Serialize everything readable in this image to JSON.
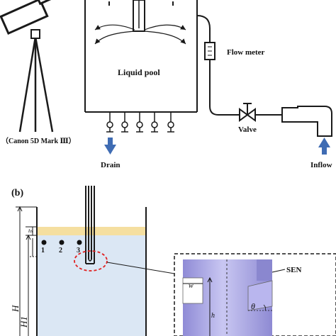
{
  "panel_a": {
    "camera_label": "（Canon 5D Mark Ⅲ）",
    "pool_label": "Liquid pool",
    "flow_meter_label": "Flow meter",
    "valve_label": "Valve",
    "drain_label": "Drain",
    "inflow_label": "Inflow"
  },
  "panel_b": {
    "panel_label": "(b)",
    "h_s": "hs",
    "position_1": "1",
    "position_2": "2",
    "position_3": "3",
    "H_label": "H",
    "H1_label": "H1",
    "sen_label": "SEN",
    "w_label": "w",
    "theta_label": "θ",
    "h_label": "h"
  },
  "colors": {
    "line": "#1a1a1a",
    "arrow_blue": "#3f6cb3",
    "liquid": "#dbe7f4",
    "slag": "#f5dfa0",
    "sen_purple": "#a9a6e3",
    "highlight_red": "#e02020"
  }
}
